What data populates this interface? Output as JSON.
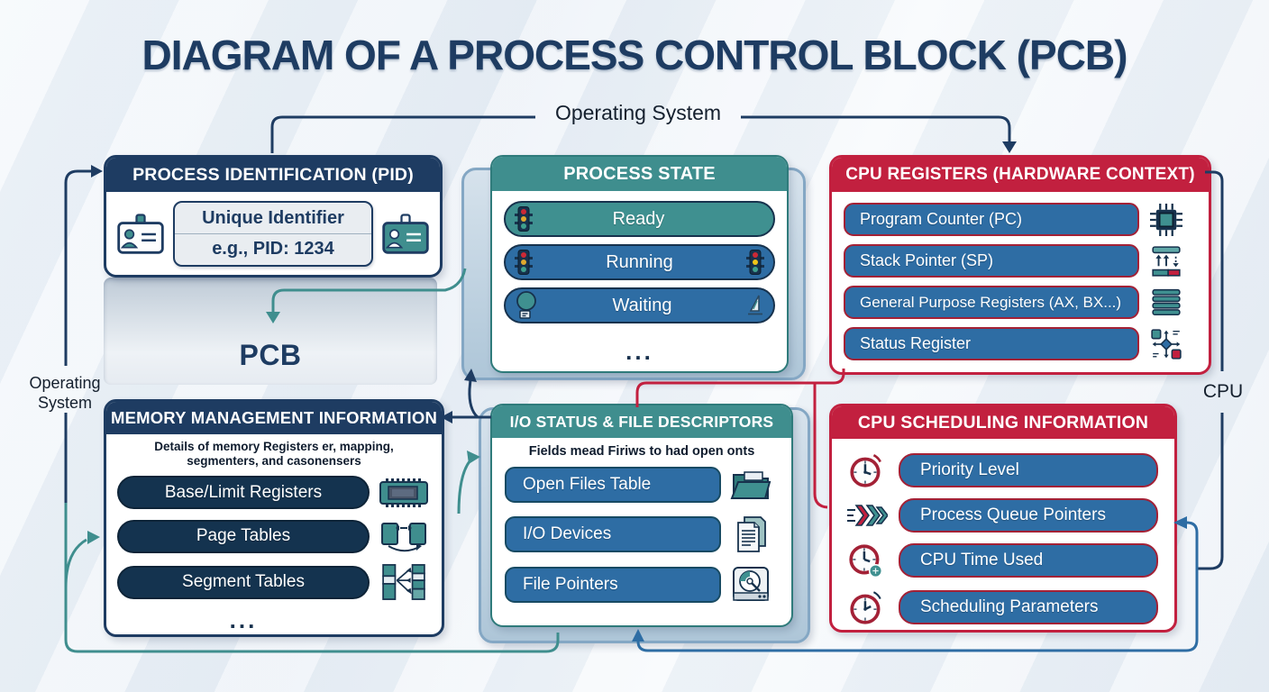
{
  "title": "DIAGRAM OF A PROCESS CONTROL BLOCK (PCB)",
  "connector_labels": {
    "top": "Operating System",
    "left_line1": "Operating",
    "left_line2": "System",
    "right": "CPU"
  },
  "pcb_label": "PCB",
  "pid": {
    "title": "PROCESS IDENTIFICATION (PID)",
    "value_title": "Unique Identifier",
    "value_example": "e.g., PID: 1234"
  },
  "process_state": {
    "title": "PROCESS STATE",
    "states": [
      {
        "label": "Ready",
        "icon_left": "traffic-light-icon"
      },
      {
        "label": "Running",
        "icon_left": "traffic-light-icon",
        "icon_right": "traffic-light-icon"
      },
      {
        "label": "Waiting",
        "icon_left": "balloon-icon",
        "icon_right": "sail-icon"
      }
    ],
    "more": "..."
  },
  "cpu_registers": {
    "title": "CPU REGISTERS (HARDWARE CONTEXT)",
    "items": [
      {
        "label": "Program Counter (PC)",
        "icon": "chip-icon"
      },
      {
        "label": "Stack Pointer (SP)",
        "icon": "stack-pointer-icon"
      },
      {
        "label": "General Purpose Registers (AX, BX...)",
        "icon": "register-stack-icon"
      },
      {
        "label": "Status Register",
        "icon": "status-flags-icon"
      }
    ]
  },
  "memory": {
    "title": "MEMORY MANAGEMENT INFORMATION",
    "subtitle_line1": "Details of memory Registers er, mapping,",
    "subtitle_line2": "segmenters, and casonensers",
    "items": [
      {
        "label": "Base/Limit Registers",
        "icon": "memory-chip-icon"
      },
      {
        "label": "Page Tables",
        "icon": "page-tables-icon"
      },
      {
        "label": "Segment Tables",
        "icon": "segment-tables-icon"
      }
    ],
    "more": "..."
  },
  "io": {
    "title": "I/O STATUS & FILE DESCRIPTORS",
    "subtitle": "Fields mead Firiws to had open onts",
    "items": [
      {
        "label": "Open Files Table",
        "icon": "folder-icon"
      },
      {
        "label": "I/O Devices",
        "icon": "documents-icon"
      },
      {
        "label": "File Pointers",
        "icon": "hard-disk-icon"
      }
    ]
  },
  "scheduling": {
    "title": "CPU SCHEDULING INFORMATION",
    "items": [
      {
        "label": "Priority Level",
        "icon": "clock-icon"
      },
      {
        "label": "Process Queue Pointers",
        "icon": "queue-arrows-icon"
      },
      {
        "label": "CPU Time Used",
        "icon": "clock-badge-icon"
      },
      {
        "label": "Scheduling Parameters",
        "icon": "clock-icon"
      }
    ]
  },
  "colors": {
    "navy": "#1e3c62",
    "teal": "#3f8e8e",
    "blue": "#2e6da4",
    "red": "#c2203f"
  }
}
